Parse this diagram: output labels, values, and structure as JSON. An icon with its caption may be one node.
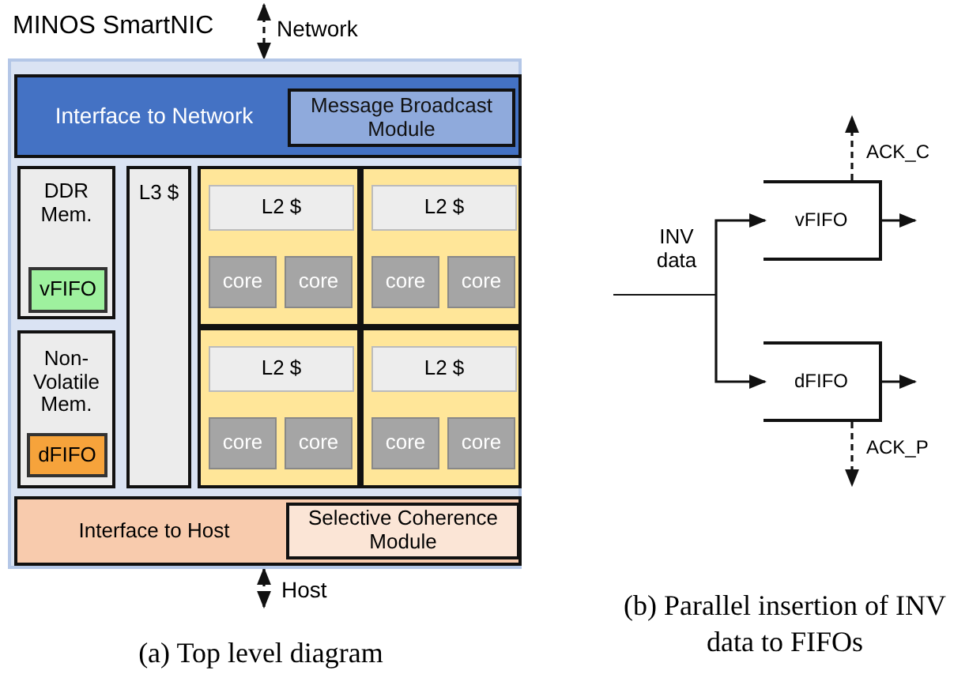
{
  "diagram": {
    "nodes": [
      {
        "text": [
          "MINOS SmartNIC"
        ]
      },
      {
        "text": [
          "Interface to Network"
        ],
        "in": 0
      },
      {
        "text": [
          "Message Broadcast Module"
        ],
        "in": 1
      },
      {
        "text": [
          "DDR Mem."
        ],
        "in": 0
      },
      {
        "text": [
          "vFIFO"
        ],
        "in": 3
      },
      {
        "text": [
          "Non-Volatile Mem."
        ],
        "in": 0
      },
      {
        "text": [
          "dFIFO"
        ],
        "in": 5
      },
      {
        "text": [
          "L3 $"
        ],
        "in": 0
      },
      {
        "text": [],
        "shape": "box",
        "in": 0
      },
      {
        "text": [
          "L2 $"
        ],
        "in": 8
      },
      {
        "text": [
          "core"
        ],
        "in": 8
      },
      {
        "text": [
          "core"
        ],
        "in": 8
      },
      {
        "text": [],
        "shape": "box",
        "in": 0
      },
      {
        "text": [
          "L2 $"
        ],
        "in": 12
      },
      {
        "text": [
          "core"
        ],
        "in": 12
      },
      {
        "text": [
          "core"
        ],
        "in": 12
      },
      {
        "text": [],
        "shape": "box",
        "in": 0
      },
      {
        "text": [
          "L2 $"
        ],
        "in": 16
      },
      {
        "text": [
          "core"
        ],
        "in": 16
      },
      {
        "text": [
          "core"
        ],
        "in": 16
      },
      {
        "text": [],
        "shape": "box",
        "in": 0
      },
      {
        "text": [
          "L2 $"
        ],
        "in": 20
      },
      {
        "text": [
          "core"
        ],
        "in": 20
      },
      {
        "text": [
          "core"
        ],
        "in": 20
      },
      {
        "text": [
          "Interface to Host"
        ],
        "in": 0
      },
      {
        "text": [
          "Selective Coherence Module"
        ],
        "in": 24
      },
      {
        "text": [
          "INV data"
        ]
      },
      {
        "text": [
          "vFIFO"
        ]
      },
      {
        "text": [
          "dFIFO"
        ]
      }
    ],
    "edges": [
      {
        "from": null,
        "to": 0,
        "arrow": "both",
        "style": "dashed",
        "label": "Network"
      },
      {
        "from": 0,
        "to": null,
        "arrow": "both",
        "style": "dashed",
        "label": "Host"
      },
      {
        "from": 26,
        "to": 27,
        "arrow": "to"
      },
      {
        "from": 26,
        "to": 28,
        "arrow": "to"
      },
      {
        "from": 27,
        "to": null,
        "arrow": "to",
        "style": "dashed",
        "label": "ACK_C"
      },
      {
        "from": 27,
        "to": null,
        "arrow": "to"
      },
      {
        "from": 28,
        "to": null,
        "arrow": "to"
      },
      {
        "from": 28,
        "to": null,
        "arrow": "to",
        "style": "dashed",
        "label": "ACK_P"
      }
    ],
    "labels": [
      "(a) Top level diagram",
      "(b) Parallel insertion of INV data to FIFOs"
    ]
  }
}
